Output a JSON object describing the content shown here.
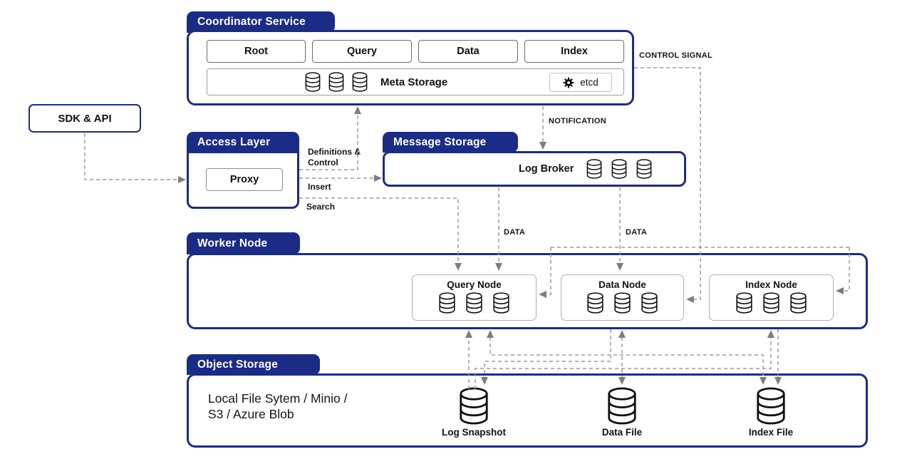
{
  "colors": {
    "navy": "#1b2c86",
    "line_gray": "#9a9a9a",
    "arrow_gray": "#7d7d7d"
  },
  "sdk_box": {
    "label": "SDK & API"
  },
  "coordinator": {
    "title": "Coordinator Service",
    "nodes": [
      "Root",
      "Query",
      "Data",
      "Index"
    ],
    "meta_storage_label": "Meta Storage",
    "etcd_label": "etcd"
  },
  "access_layer": {
    "title": "Access Layer",
    "proxy_label": "Proxy"
  },
  "message_storage": {
    "title": "Message Storage",
    "broker_label": "Log Broker"
  },
  "worker_node": {
    "title": "Worker Node",
    "nodes": [
      "Query Node",
      "Data Node",
      "Index Node"
    ]
  },
  "object_storage": {
    "title": "Object Storage",
    "description_line1": "Local File Sytem / Minio /",
    "description_line2": "S3 / Azure Blob",
    "stores": [
      "Log Snapshot",
      "Data File",
      "Index File"
    ]
  },
  "edges": {
    "control_signal": "CONTROL SIGNAL",
    "notification": "NOTIFICATION",
    "definitions_control": "Definitions & Control",
    "insert": "Insert",
    "search": "Search",
    "data_query": "DATA",
    "data_data": "DATA"
  }
}
